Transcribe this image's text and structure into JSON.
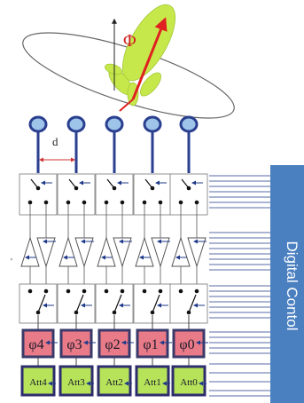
{
  "beam": {
    "angle_symbol": "Φ",
    "lobe_color": "#c6e84a",
    "arrow_color": "#e02020"
  },
  "spacing_label": "d",
  "digital_control_label": "Digital Contol",
  "phase_shifters": [
    "φ4",
    "φ3",
    "φ2",
    "φ1",
    "φ0"
  ],
  "attenuators": [
    "Att4",
    "Att3",
    "Att2",
    "Att1",
    "Att0"
  ],
  "colors": {
    "antenna": "#2a3f8f",
    "antenna_fill": "#9fc4ea",
    "control_box": "#4a7fc0",
    "phase_fill": "#e97a88",
    "phase_border": "#3a3a6a",
    "att_fill": "#b6e35a",
    "att_border": "#2d2d6d",
    "wire": "#1f3a8a",
    "ellipse": "#666666"
  }
}
